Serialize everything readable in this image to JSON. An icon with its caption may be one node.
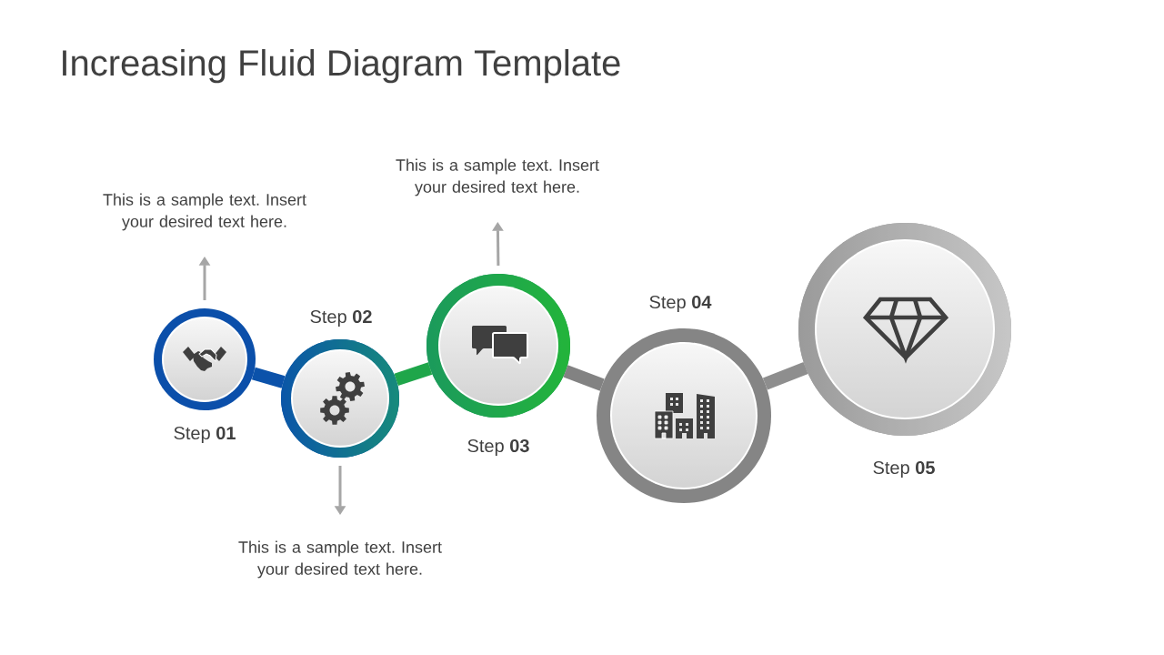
{
  "diagram": {
    "title": "Increasing Fluid Diagram Template",
    "nodes": [
      {
        "text": [],
        "shape": "circle",
        "beside": [
          "Step **01**"
        ]
      },
      {
        "text": [],
        "shape": "circle",
        "beside": [
          "Step **02**"
        ]
      },
      {
        "text": [],
        "shape": "circle",
        "beside": [
          "Step **03**"
        ]
      },
      {
        "text": [],
        "shape": "circle",
        "beside": [
          "Step **04**"
        ]
      },
      {
        "text": [],
        "shape": "circle",
        "beside": [
          "Step **05**"
        ]
      },
      {
        "text": [
          "This is a sample text. Insert your desired text here."
        ]
      },
      {
        "text": [
          "This is a sample text. Insert your desired text here."
        ]
      },
      {
        "text": [
          "This is a sample text. Insert your desired text here."
        ]
      }
    ],
    "edges": [
      {
        "from": 0,
        "to": 1,
        "arrow": "none",
        "color": "#0b52aa"
      },
      {
        "from": 1,
        "to": 2,
        "arrow": "none",
        "color": "#1fa64a"
      },
      {
        "from": 2,
        "to": 3,
        "arrow": "none",
        "color": "#828282"
      },
      {
        "from": 3,
        "to": 4,
        "arrow": "none",
        "color": "#8e8e8e"
      },
      {
        "from": 0,
        "to": 5,
        "arrow": "to"
      },
      {
        "from": 2,
        "to": 6,
        "arrow": "to"
      },
      {
        "from": 1,
        "to": 7,
        "arrow": "to"
      }
    ]
  }
}
